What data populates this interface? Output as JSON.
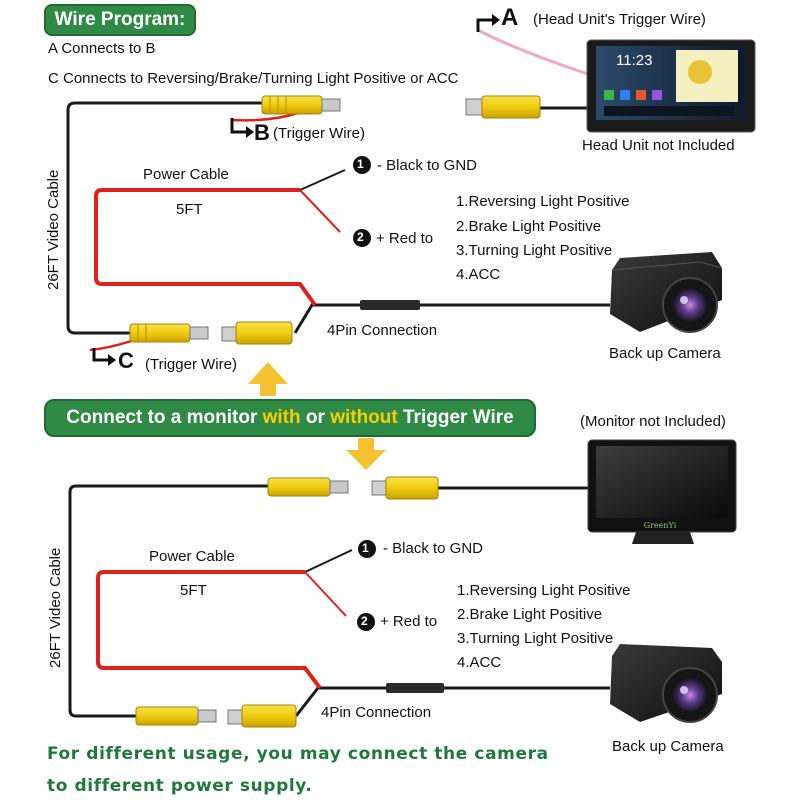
{
  "wire_program": {
    "title": "Wire Program:",
    "line1": "A Connects to B",
    "line2": "C Connects to Reversing/Brake/Turning Light Positive or ACC"
  },
  "head_unit": {
    "letter": "A",
    "trigger_label": "(Head Unit's Trigger Wire)",
    "caption": "Head Unit not Included",
    "clock": "11:23"
  },
  "top_diagram": {
    "b_letter": "B",
    "b_label": "(Trigger Wire)",
    "c_letter": "C",
    "c_label": "(Trigger Wire)",
    "video_cable": "26FT Video Cable",
    "power_cable": "Power Cable",
    "length": "5FT",
    "black_num": "1",
    "black_label": "- Black to GND",
    "red_num": "2",
    "red_label": "+ Red to",
    "options": [
      "1.Reversing Light Positive",
      "2.Brake Light Positive",
      "3.Turning Light Positive",
      "4.ACC"
    ],
    "pin_connection": "4Pin Connection",
    "camera_caption": "Back up Camera"
  },
  "connect_banner": {
    "part1": "Connect to a monitor ",
    "with": "with",
    "part2": " or ",
    "without": "without",
    "part3": " Trigger Wire"
  },
  "monitor": {
    "caption": "(Monitor not Included)",
    "brand": "GreenYi"
  },
  "bottom_diagram": {
    "video_cable": "26FT Video Cable",
    "power_cable": "Power Cable",
    "length": "5FT",
    "black_num": "1",
    "black_label": "- Black to GND",
    "red_num": "2",
    "red_label": "+ Red to",
    "options": [
      "1.Reversing Light Positive",
      "2.Brake Light Positive",
      "3.Turning Light Positive",
      "4.ACC"
    ],
    "pin_connection": "4Pin Connection",
    "camera_caption": "Back up Camera"
  },
  "footer": {
    "line1": "For different usage, you may connect the camera",
    "line2": "to different power supply."
  },
  "colors": {
    "banner_green": "#2f8a45",
    "highlight_yellow": "#f5d000",
    "rca_yellow": "#f3d21a",
    "power_red": "#e0201a",
    "arrow_yellow": "#f2c230",
    "note_green": "#1f7a3a"
  }
}
